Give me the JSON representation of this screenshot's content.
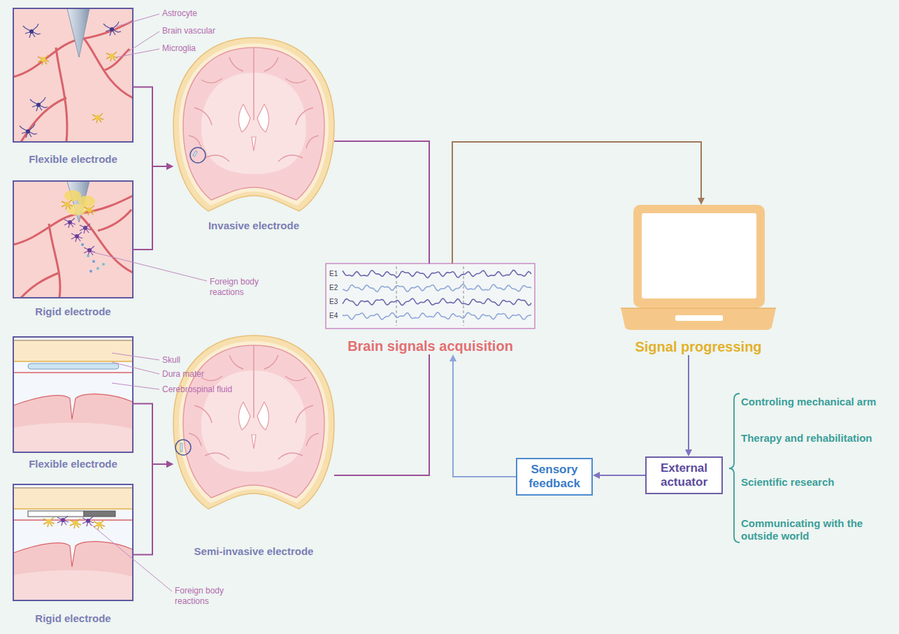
{
  "diagram": {
    "nodes": [
      {
        "text": [
          "Flexible electrode"
        ]
      },
      {
        "text": [
          "Rigid electrode"
        ]
      },
      {
        "text": [
          "Invasive electrode"
        ]
      },
      {
        "text": [
          "Flexible electrode"
        ]
      },
      {
        "text": [
          "Rigid electrode"
        ]
      },
      {
        "text": [
          "Semi-invasive electrode"
        ]
      },
      {
        "text": [
          "E1",
          "E2",
          "E3",
          "E4",
          "Brain signals acquisition"
        ]
      },
      {
        "text": [
          "Signal progressing"
        ]
      },
      {
        "text": [
          "External actuator"
        ]
      },
      {
        "text": [
          "Sensory feedback"
        ]
      }
    ],
    "edges": [
      {
        "from": 0,
        "to": 2,
        "arrow": "to"
      },
      {
        "from": 1,
        "to": 2,
        "arrow": "to"
      },
      {
        "from": 3,
        "to": 5,
        "arrow": "to"
      },
      {
        "from": 4,
        "to": 5,
        "arrow": "to"
      },
      {
        "from": 2,
        "to": 6,
        "arrow": "none"
      },
      {
        "from": 5,
        "to": 6,
        "arrow": "none"
      },
      {
        "from": 6,
        "to": 7,
        "arrow": "to"
      },
      {
        "from": 7,
        "to": 8,
        "arrow": "to"
      },
      {
        "from": 8,
        "to": 9,
        "arrow": "to"
      },
      {
        "from": 9,
        "to": 6,
        "arrow": "to"
      }
    ],
    "labels": [
      "Astrocyte",
      "Brain vascular",
      "Microglia",
      "Foreign body reactions",
      "Skull",
      "Dura mater",
      "Cerebrospinal fluid",
      "Foreign body reactions",
      "Controling mechanical arm",
      "Therapy and rehabilitation",
      "Scientific research",
      "Communicating with the outside world"
    ]
  }
}
